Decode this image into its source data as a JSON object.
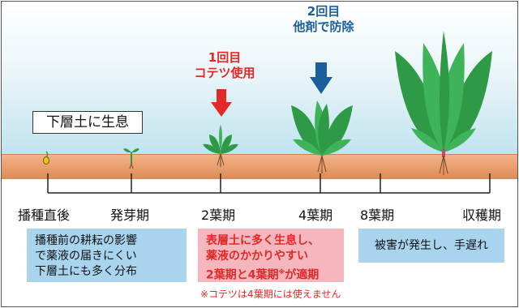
{
  "label_box": "下層土に生息",
  "application1": {
    "line1": "1回目",
    "line2": "コテツ使用"
  },
  "application2": {
    "line1": "2回目",
    "line2": "他剤で防除"
  },
  "stages": [
    "播種直後",
    "発芽期",
    "2葉期",
    "4葉期",
    "8葉期",
    "収穫期"
  ],
  "notes": {
    "left": [
      "播種前の耕耘の影響",
      "で薬液の届きにくい",
      "下層土にも多く分布"
    ],
    "middle": [
      "表層土に多く生息し、",
      "薬液のかかりやすい",
      "2葉期と4葉期",
      "※",
      "が適期"
    ],
    "right": "被害が発生し、手遅れ"
  },
  "footnote": "※コテツは4葉期には使えません",
  "colors": {
    "red": "#e32828",
    "blue": "#1a5f9b",
    "soil": "#e79b6a",
    "leaf": "#2f9a45",
    "note_blue": "#a8d4ee",
    "note_pink": "#f5b7bd"
  }
}
